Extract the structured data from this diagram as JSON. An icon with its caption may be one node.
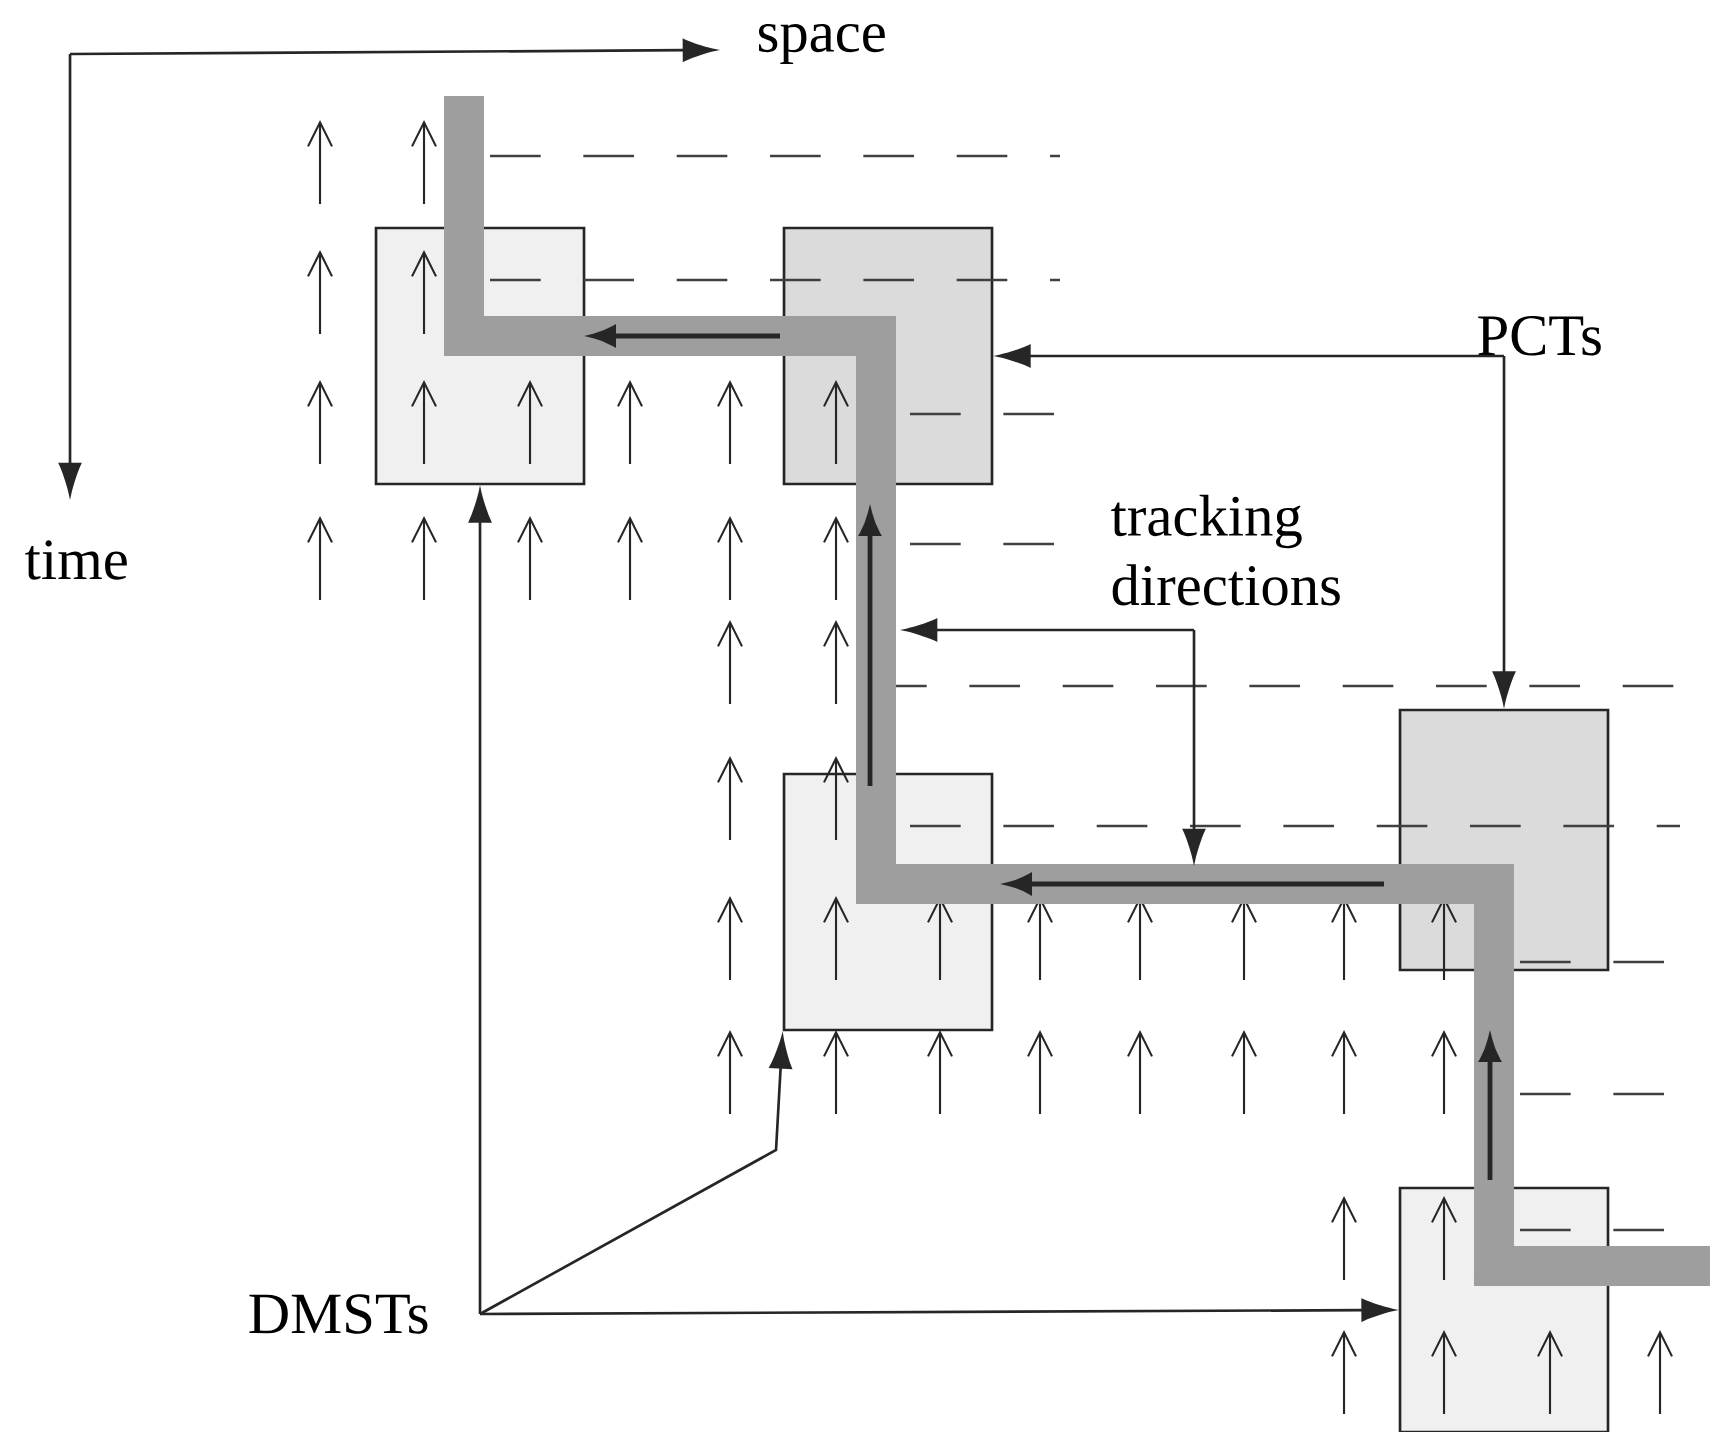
{
  "diagram": {
    "nodes": [
      {
        "text": [],
        "shape": "box"
      },
      {
        "text": [],
        "shape": "box"
      },
      {
        "text": [
          "PCTs"
        ]
      },
      {
        "text": [
          "tracking directions"
        ]
      },
      {
        "text": [],
        "shape": "box"
      },
      {
        "text": [],
        "shape": "box"
      },
      {
        "text": [],
        "shape": "box"
      },
      {
        "text": [
          "DMSTs"
        ]
      }
    ],
    "edges": [
      {
        "from": 2,
        "to": 1,
        "arrow": "to"
      },
      {
        "from": 2,
        "to": 4,
        "arrow": "to"
      },
      {
        "from": 3,
        "to": null,
        "arrow": "to"
      },
      {
        "from": 3,
        "to": null,
        "arrow": "to"
      },
      {
        "from": 7,
        "to": 0,
        "arrow": "to"
      },
      {
        "from": 7,
        "to": 5,
        "arrow": "to"
      },
      {
        "from": 7,
        "to": 6,
        "arrow": "to"
      }
    ],
    "labels": [
      "space",
      "time"
    ]
  }
}
